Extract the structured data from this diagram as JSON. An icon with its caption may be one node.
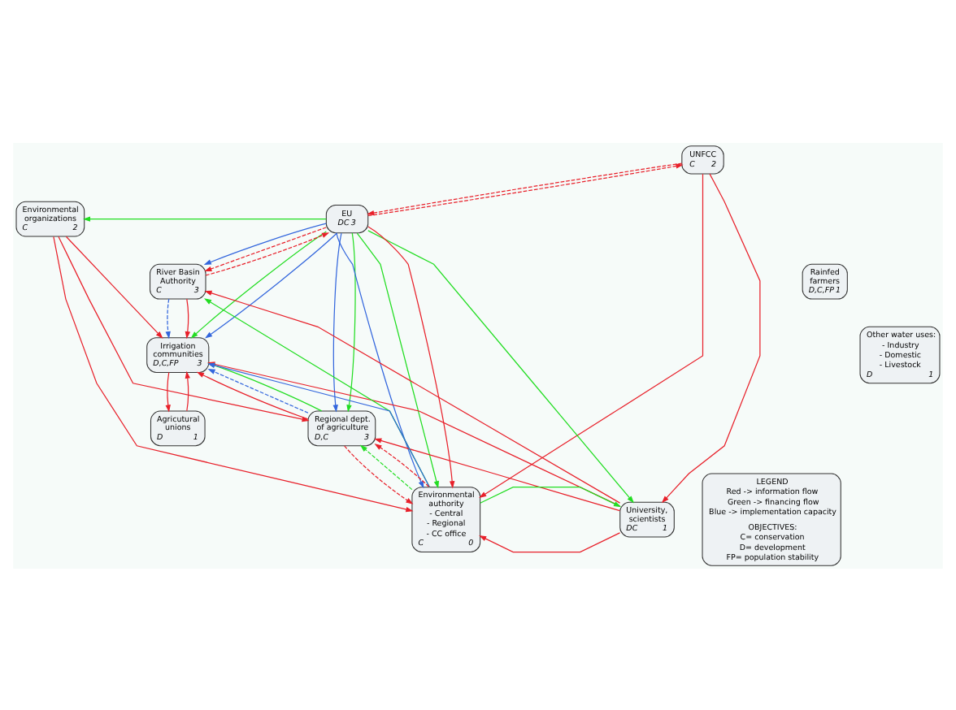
{
  "diagram": {
    "nodes": [
      {
        "text": [
          "UNFCC",
          "C",
          "2"
        ]
      },
      {
        "text": [
          "Environmental organizations",
          "C",
          "2"
        ]
      },
      {
        "text": [
          "EU",
          "DC",
          "3"
        ]
      },
      {
        "text": [
          "Rainfed farmers",
          "D,C,FP",
          "1"
        ]
      },
      {
        "text": [
          "River Basin Authority",
          "C",
          "3"
        ]
      },
      {
        "text": [
          "Agricutural unions",
          "D",
          "1"
        ]
      },
      {
        "text": [
          "Other water uses:",
          "- Industry",
          "- Domestic",
          "- Livestock",
          "D",
          "1"
        ]
      },
      {
        "text": [
          "Irrigation communities",
          "D,C,FP",
          "3"
        ]
      },
      {
        "text": [
          "Regional dept. of agriculture",
          "D,C",
          "3"
        ]
      },
      {
        "text": [
          "University, scientists",
          "DC",
          "1"
        ]
      },
      {
        "text": [
          "Environmental authority",
          "- Central",
          "- Regional",
          "- CC office",
          "C",
          "0"
        ]
      },
      {
        "text": [
          "LEGEND",
          "Red -> information flow",
          "Green -> financing flow",
          "Blue -> implementation capacity",
          "OBJECTIVES:",
          "C= conservation",
          "D= development",
          "FP= population stability"
        ]
      }
    ],
    "edges": [
      {
        "from": 2,
        "to": 0,
        "arrow": "to",
        "style": "dashed"
      },
      {
        "from": 0,
        "to": 2,
        "arrow": "to",
        "style": "dashed"
      },
      {
        "from": 0,
        "to": 9,
        "arrow": "to"
      },
      {
        "from": 0,
        "to": 10,
        "arrow": "to"
      },
      {
        "from": 2,
        "to": 1,
        "arrow": "to",
        "color": "#22dd22"
      },
      {
        "from": 2,
        "to": 9,
        "arrow": "to",
        "color": "#22dd22"
      },
      {
        "from": 9,
        "to": 4,
        "arrow": "to"
      },
      {
        "from": 1,
        "to": 7,
        "arrow": "to"
      },
      {
        "from": 2,
        "to": 7,
        "arrow": "to",
        "color": "#22dd22"
      },
      {
        "from": 2,
        "to": 7,
        "arrow": "to",
        "color": "#3366dd"
      },
      {
        "from": 2,
        "to": 4,
        "arrow": "to",
        "color": "#3366dd"
      },
      {
        "from": 2,
        "to": 4,
        "arrow": "to",
        "style": "dashed"
      },
      {
        "from": 4,
        "to": 2,
        "arrow": "to",
        "style": "dashed"
      },
      {
        "from": 2,
        "to": 8,
        "arrow": "to",
        "color": "#3366dd"
      },
      {
        "from": 2,
        "to": 8,
        "arrow": "to",
        "color": "#22dd22"
      },
      {
        "from": 2,
        "to": 10,
        "arrow": "to",
        "color": "#3366dd"
      },
      {
        "from": 2,
        "to": 10,
        "arrow": "to",
        "color": "#22dd22"
      },
      {
        "from": 2,
        "to": 10,
        "arrow": "to"
      },
      {
        "from": 4,
        "to": 7,
        "arrow": "to",
        "style": "dashed",
        "color": "#3366dd"
      },
      {
        "from": 4,
        "to": 7,
        "arrow": "to"
      },
      {
        "from": 10,
        "to": 4,
        "arrow": "to",
        "color": "#22dd22"
      },
      {
        "from": 8,
        "to": 7,
        "arrow": "to"
      },
      {
        "from": 8,
        "to": 7,
        "arrow": "to",
        "style": "dashed",
        "color": "#3366dd"
      },
      {
        "from": 8,
        "to": 7,
        "arrow": "to",
        "color": "#22dd22"
      },
      {
        "from": 10,
        "to": 7,
        "arrow": "to",
        "color": "#3366dd"
      },
      {
        "from": 10,
        "to": 8,
        "arrow": "to",
        "style": "dashed",
        "color": "#22dd22"
      },
      {
        "from": 10,
        "to": 8,
        "arrow": "to",
        "style": "dashed"
      },
      {
        "from": 8,
        "to": 10,
        "arrow": "to",
        "style": "dashed"
      },
      {
        "from": 7,
        "to": 5,
        "arrow": "to"
      },
      {
        "from": 5,
        "to": 7,
        "arrow": "to"
      },
      {
        "from": 9,
        "to": 7,
        "arrow": "to"
      },
      {
        "from": 1,
        "to": 8,
        "arrow": "to"
      },
      {
        "from": 1,
        "to": 10,
        "arrow": "to"
      },
      {
        "from": 9,
        "to": 8,
        "arrow": "to"
      },
      {
        "from": 9,
        "to": 10,
        "arrow": "to"
      },
      {
        "from": 10,
        "to": 9,
        "arrow": "to",
        "color": "#22dd22"
      }
    ]
  }
}
